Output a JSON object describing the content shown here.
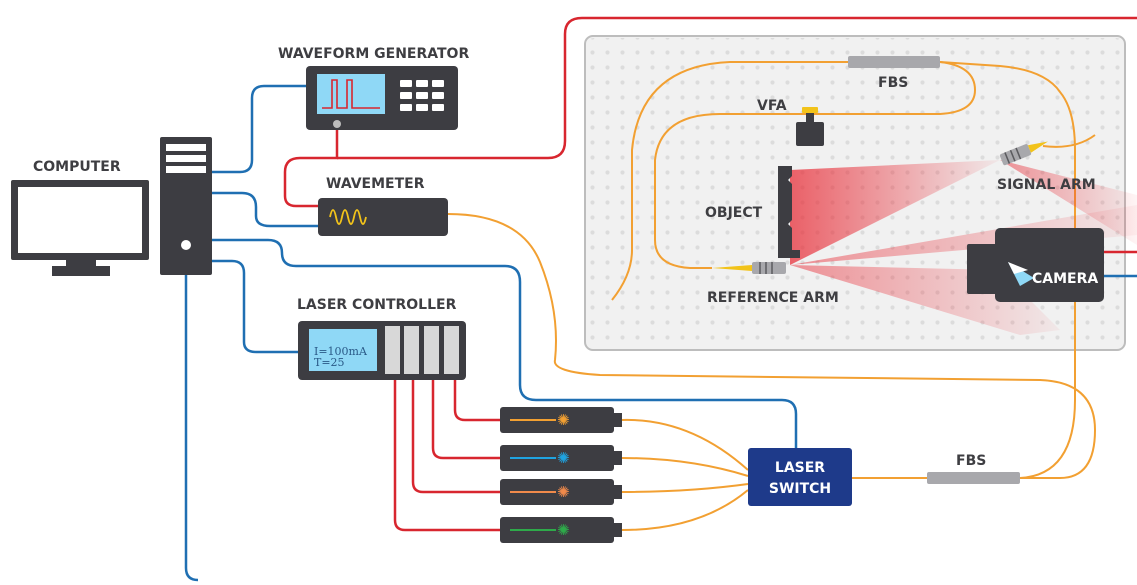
{
  "labels": {
    "computer": "COMPUTER",
    "waveform_generator": "WAVEFORM GENERATOR",
    "wavemeter": "WAVEMETER",
    "laser_controller": "LASER CONTROLLER",
    "fbs_top": "FBS",
    "vfa": "VFA",
    "object": "OBJECT",
    "signal_arm": "SIGNAL ARM",
    "reference_arm": "REFERENCE ARM",
    "camera": "CAMERA",
    "laser_switch_line1": "LASER",
    "laser_switch_line2": "SWITCH",
    "fbs_bottom": "FBS"
  },
  "controller_display": {
    "line1": "I=100mA",
    "line2": "T=25"
  },
  "colors": {
    "electrical_signal": "#d8262f",
    "data_cable": "#1f6fb2",
    "optical_fiber": "#f2a032",
    "device_body": "#3d3d42",
    "laser_switch": "#1e3a8a",
    "laser_1": "#f2a032",
    "laser_2": "#1fa3e0",
    "laser_3": "#f08a4b",
    "laser_4": "#2eaa4a"
  }
}
